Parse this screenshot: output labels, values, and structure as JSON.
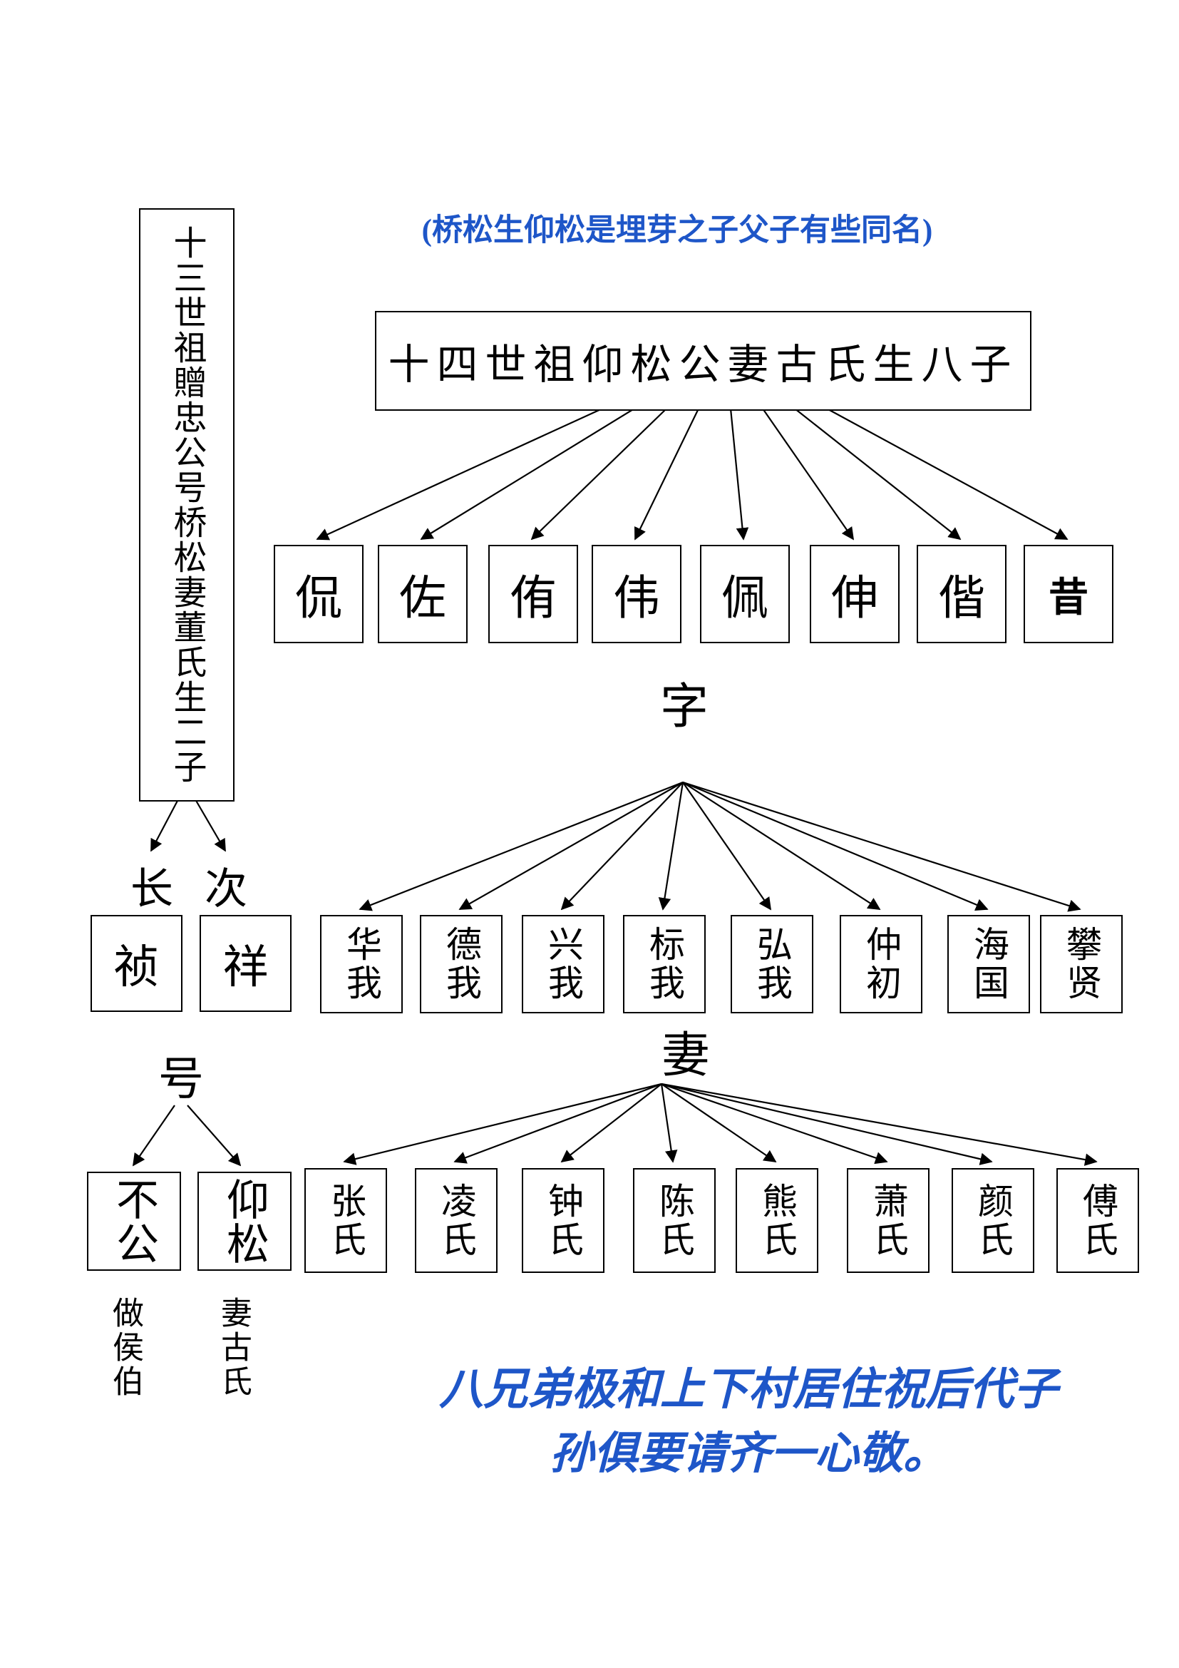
{
  "colors": {
    "note_blue": "#1e56c8",
    "ink": "#000000"
  },
  "top_note": "(桥松生仰松是埋芽之子父子有些同名)",
  "gen13_text": "十三世祖贈忠公号桥松妻董氏生二子",
  "gen14_text": "十四世祖仰松公妻古氏生八子",
  "sons": [
    "侃",
    "佐",
    "侑",
    "伟",
    "佩",
    "伸",
    "偕",
    "昔"
  ],
  "zi_section": {
    "label": "字",
    "names": [
      "华我",
      "德我",
      "兴我",
      "标我",
      "弘我",
      "仲初",
      "海国",
      "攀贤"
    ]
  },
  "birth_order": {
    "eldest": "长",
    "second": "次"
  },
  "two_sons": [
    "祯",
    "祥"
  ],
  "hao_section": {
    "label": "号",
    "names": [
      "不公",
      "仰松"
    ]
  },
  "qi_section": {
    "label": "妻",
    "names": [
      "张氏",
      "凌氏",
      "钟氏",
      "陈氏",
      "熊氏",
      "萧氏",
      "颜氏",
      "傅氏"
    ]
  },
  "footnotes": [
    "做侯伯",
    "妻古氏"
  ],
  "bottom_note": {
    "line1": "八兄弟极和上下村居住祝后代子",
    "line2": "孙俱要请齐一心敬。"
  }
}
